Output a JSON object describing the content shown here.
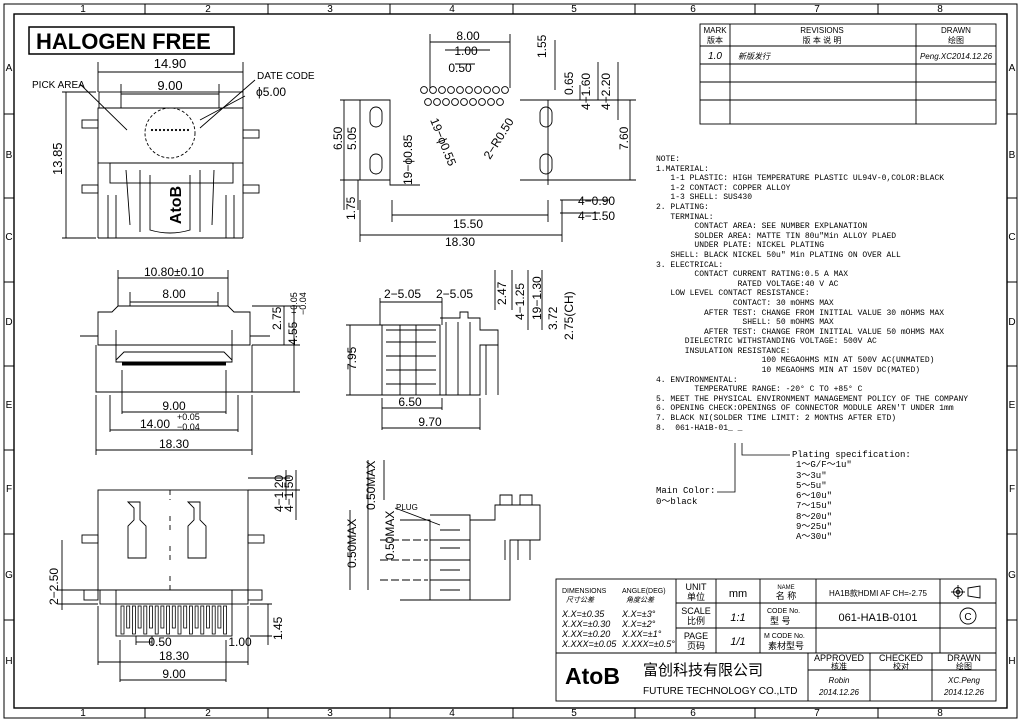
{
  "colors": {
    "line": "#000000",
    "paper": "#ffffff"
  },
  "border": {
    "cols": [
      "1",
      "2",
      "3",
      "4",
      "5",
      "6",
      "7",
      "8"
    ],
    "rows": [
      "A",
      "B",
      "C",
      "D",
      "E",
      "F",
      "G",
      "H"
    ]
  },
  "banner": "HALOGEN FREE",
  "top_view": {
    "callouts": {
      "pick_area": "PICK AREA",
      "date_code": "DATE CODE"
    },
    "dims": {
      "w1": "14.90",
      "w2": "9.00",
      "dia": "ϕ5.00",
      "h": "13.85"
    },
    "brand_mark": "AtoB"
  },
  "side_view": {
    "dims": {
      "t1": "8.00",
      "t2": "1.00",
      "t3": "0.50",
      "t4": "1.55",
      "t5": "0.65",
      "t6": "4−1.60",
      "t7": "4−2.20",
      "l1": "6.50",
      "l2": "5.05",
      "l3": "1.75",
      "hole1": "19−ϕ0.85",
      "hole2": "19−ϕ0.55",
      "r": "2−R0.50",
      "r1": "7.60",
      "b1": "4−0.90",
      "b2": "4−1.50",
      "b3": "15.50",
      "b4": "18.30"
    }
  },
  "front_view": {
    "dims": {
      "w1": "10.80±0.10",
      "w2": "8.00",
      "h1": "2.75",
      "h2": "4.55",
      "h2_tol_plus": "+0.05",
      "h2_tol_minus": "−0.04",
      "w3": "9.00",
      "w4": "14.00",
      "w4_tol_plus": "+0.05",
      "w4_tol_minus": "−0.04",
      "w5": "18.30"
    }
  },
  "profile_view": {
    "dims": {
      "a1": "2−5.05",
      "a2": "2−5.05",
      "v1": "2.47",
      "v2": "4−1.25",
      "v3": "19−1.30",
      "v4": "3.72",
      "v5": "2.75(CH)",
      "h": "7.95",
      "w1": "6.50",
      "w2": "9.70"
    }
  },
  "bottom_view": {
    "dims": {
      "v1": "4−1.20",
      "v2": "4−1.50",
      "l1": "2−2.50",
      "p1": "0.50",
      "p2": "1.00",
      "h1": "1.45",
      "w1": "18.30",
      "w2": "9.00"
    }
  },
  "plug_view": {
    "dims": {
      "m1": "0.50MAX",
      "m2": "0.50MAX",
      "m3": "0.50MAX"
    },
    "label": "PLUG"
  },
  "revisions": {
    "headers": {
      "mark": "MARK",
      "mark_cn": "版本",
      "rev": "REVISIONS",
      "rev_cn": "版 本 说 明",
      "drawn": "DRAWN",
      "drawn_cn": "绘图"
    },
    "row": {
      "mark": "1.0",
      "desc": "新版发行",
      "drawn": "Peng.XC2014.12.26"
    }
  },
  "notes": [
    "NOTE:",
    "1.MATERIAL:",
    "   1-1 PLASTIC: HIGH TEMPERATURE PLASTIC UL94V-0,COLOR:BLACK",
    "   1-2 CONTACT: COPPER ALLOY",
    "   1-3 SHELL: SUS430",
    "2. PLATING:",
    "   TERMINAL:",
    "        CONTACT AREA: SEE NUMBER EXPLANATION",
    "        SOLDER AREA: MATTE TIN 80u\"Min ALLOY PLAED",
    "        UNDER PLATE: NICKEL PLATING",
    "   SHELL: BLACK NICKEL 50u\" Min PLATING ON OVER ALL",
    "3. ELECTRICAL:",
    "        CONTACT CURRENT RATING:0.5 A MAX",
    "                 RATED VOLTAGE:40 V AC",
    "   LOW LEVEL CONTACT RESISTANCE:",
    "                CONTACT: 30 mOHMS MAX",
    "          AFTER TEST: CHANGE FROM INITIAL VALUE 30 mOHMS MAX",
    "                  SHELL: 50 mOHMS MAX",
    "          AFTER TEST: CHANGE FROM INITIAL VALUE 50 mOHMS MAX",
    "      DIELECTRIC WITHSTANDING VOLTAGE: 500V AC",
    "      INSULATION RESISTANCE:",
    "                      100 MEGAOHMS MIN AT 500V AC(UNMATED)",
    "                      10 MEGAOHMS MIN AT 150V DC(MATED)",
    "4. ENVIRONMENTAL:",
    "        TEMPERATURE RANGE: -20° C TO +85° C",
    "5. MEET THE PHYSICAL ENVIRONMENT MANAGEMENT POLICY OF THE COMPANY",
    "6. OPENING CHECK:OPENINGS OF CONNECTOR MODULE AREN'T UNDER 1mm",
    "7. BLACK NI(SOLDER TIME LIMIT: 2 MONTHS AFTER ETD)",
    "8.  061-HA1B-01_ _"
  ],
  "plating_spec": {
    "title": "Plating specification:",
    "items": [
      "1～G/F～1u\"",
      "3～3u\"",
      "5～5u\"",
      "6～10u\"",
      "7～15u\"",
      "8～20u\"",
      "9～25u\"",
      "A～30u\""
    ]
  },
  "main_color": {
    "label": "Main Color:",
    "value": "0～black"
  },
  "title_block": {
    "dimensions": "DIMENSIONS",
    "dimensions_cn": "尺寸公差",
    "angle": "ANGLE(DEG)",
    "angle_cn": "角度公差",
    "tol_left": [
      "X.X=±0.35",
      "X.XX=±0.30",
      "X.XX=±0.20",
      "X.XXX=±0.05"
    ],
    "tol_right": [
      "X.X=±3°",
      "X.X=±2°",
      "X.XX=±1°",
      "X.XXX=±0.5°"
    ],
    "unit_label": "UNIT",
    "unit_cn": "单位",
    "unit_val": "mm",
    "name_label": "NAME",
    "name_cn": "名 称",
    "name_val": "HA1B款HDMI AF CH=-2.75",
    "scale_label": "SCALE",
    "scale_cn": "比例",
    "scale_val": "1:1",
    "code_label": "CODE No.",
    "code_cn": "型 号",
    "code_val": "061-HA1B-0101",
    "page_label": "PAGE",
    "page_cn": "页码",
    "page_val": "1/1",
    "mcode_label": "M CODE No.",
    "mcode_cn": "素材型号",
    "logo": "AtoB",
    "company_cn": "富创科技有限公司",
    "company_en": "FUTURE TECHNOLOGY CO.,LTD",
    "approved": "APPROVED",
    "approved_cn": "核准",
    "approved_by": "Robin",
    "approved_date": "2014.12.26",
    "checked": "CHECKED",
    "checked_cn": "校对",
    "drawn": "DRAWN",
    "drawn_cn": "绘图",
    "drawn_by": "XC.Peng",
    "drawn_date": "2014.12.26"
  }
}
